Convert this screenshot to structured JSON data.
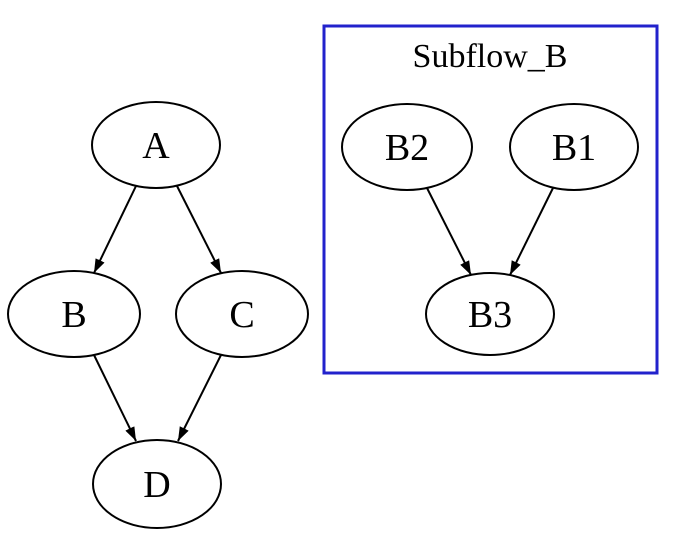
{
  "diagram": {
    "type": "directed-graph",
    "background": "#ffffff",
    "cluster": {
      "label": "Subflow_B",
      "border_color": "#2222cc",
      "members": [
        "B2",
        "B1",
        "B3"
      ]
    },
    "nodes": [
      {
        "id": "A",
        "label": "A"
      },
      {
        "id": "B",
        "label": "B"
      },
      {
        "id": "C",
        "label": "C"
      },
      {
        "id": "D",
        "label": "D"
      },
      {
        "id": "B2",
        "label": "B2"
      },
      {
        "id": "B1",
        "label": "B1"
      },
      {
        "id": "B3",
        "label": "B3"
      }
    ],
    "edges": [
      {
        "from": "A",
        "to": "B"
      },
      {
        "from": "A",
        "to": "C"
      },
      {
        "from": "B",
        "to": "D"
      },
      {
        "from": "C",
        "to": "D"
      },
      {
        "from": "B2",
        "to": "B3"
      },
      {
        "from": "B1",
        "to": "B3"
      }
    ],
    "colors": {
      "node_fill": "#ffffff",
      "node_stroke": "#000000",
      "edge_stroke": "#000000",
      "cluster_border": "#2222cc"
    }
  }
}
